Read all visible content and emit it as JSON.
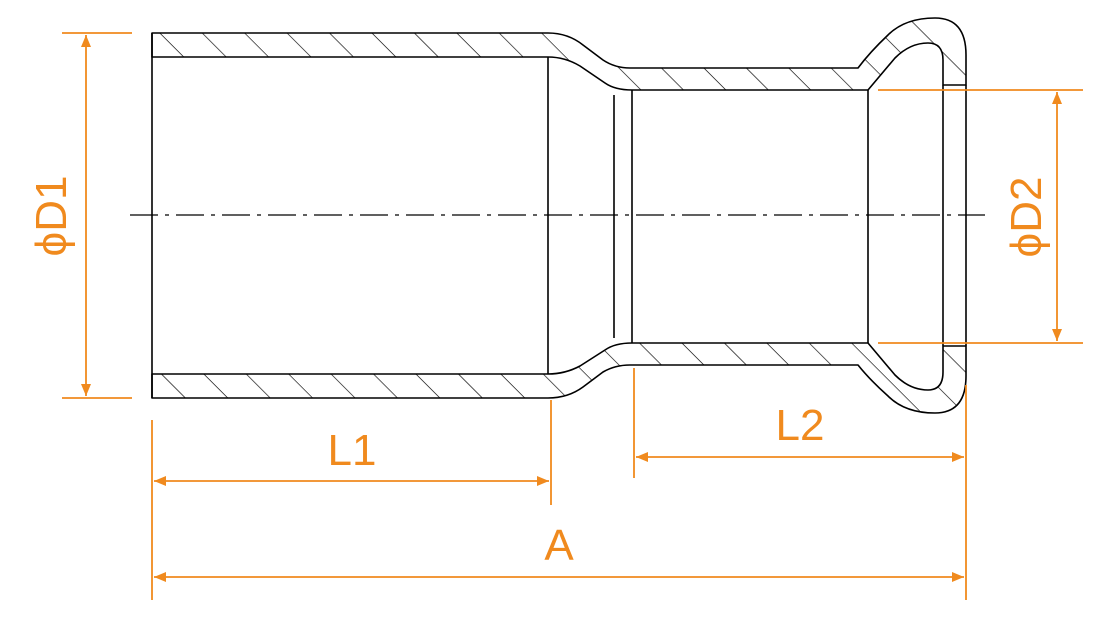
{
  "colors": {
    "outline": "#000000",
    "dimension": "#f08a1e",
    "background": "#ffffff"
  },
  "labels": {
    "d1": "ϕD1",
    "d2": "ϕD2",
    "l1": "L1",
    "l2": "L2",
    "a": "A"
  }
}
